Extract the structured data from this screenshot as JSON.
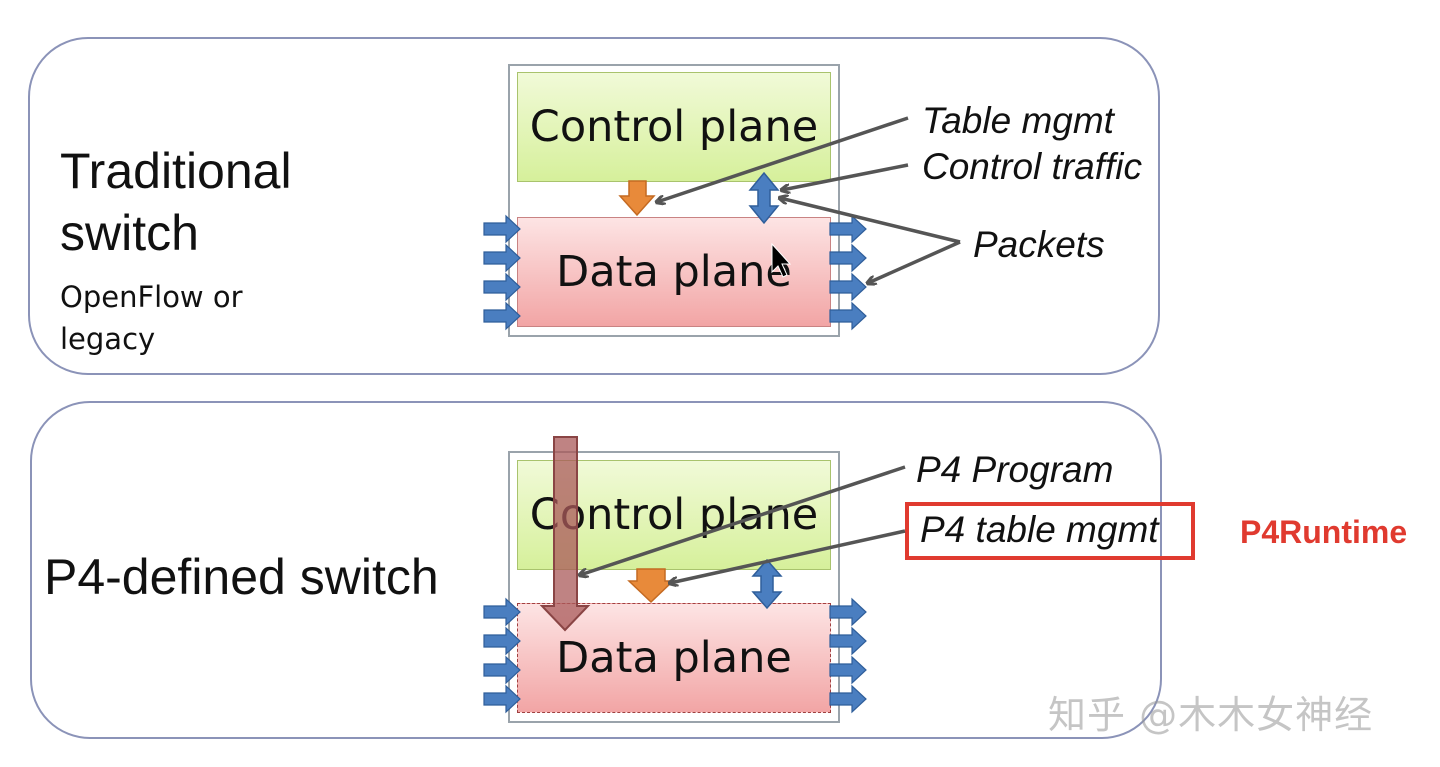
{
  "traditional": {
    "title_line1": "Traditional",
    "title_line2": "switch",
    "subtitle_line1": "OpenFlow or",
    "subtitle_line2": "legacy",
    "control_plane": "Control plane",
    "data_plane": "Data plane",
    "annotations": {
      "table_mgmt": "Table mgmt",
      "control_traffic": "Control traffic",
      "packets": "Packets"
    }
  },
  "p4": {
    "title": "P4-defined switch",
    "control_plane": "Control plane",
    "data_plane": "Data plane",
    "annotations": {
      "p4_program": "P4 Program",
      "p4_table_mgmt": "P4 table mgmt"
    },
    "runtime_label": "P4Runtime"
  },
  "watermark": "知乎 @木木女神经",
  "colors": {
    "panel_border": "#8b93b8",
    "control_plane_fill": "#d6f09b",
    "data_plane_fill": "#f2a5a5",
    "port_arrow": "#4a7ec0",
    "down_arrow_orange": "#e88a3a",
    "program_arrow": "#b36a6a",
    "pointer_line": "#555555",
    "highlight_red": "#e03a2f"
  }
}
